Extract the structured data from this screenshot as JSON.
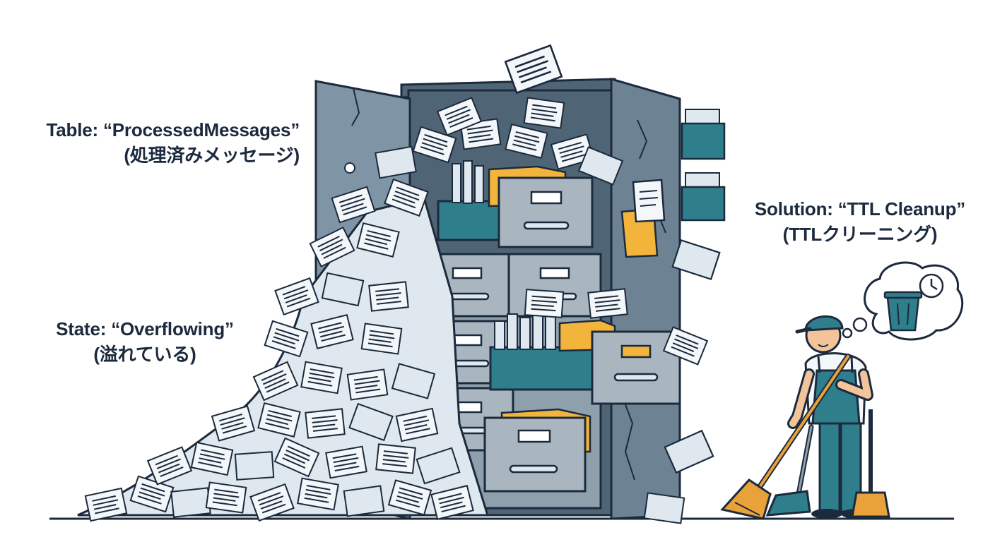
{
  "labels": {
    "table": {
      "line1": "Table: “ProcessedMessages”",
      "line2": "(処理済みメッセージ)"
    },
    "state": {
      "line1": "State: “Overflowing”",
      "line2": "(溢れている)"
    },
    "solution": {
      "line1": "Solution: “TTL Cleanup”",
      "line2": "(TTLクリーニング)"
    }
  },
  "colors": {
    "ink": "#1b2a3d",
    "cabinet": "#6d8394",
    "cabinet_dark": "#4f6575",
    "drawer": "#a9b5bf",
    "teal": "#2f7e8c",
    "folder": "#f2b43a",
    "paper": "#f4f7f9",
    "paper_shade": "#dfe8ee",
    "broom": "#e9a23a",
    "skin": "#f3c49a"
  },
  "icons": [
    "trash-can-icon",
    "clock-icon",
    "thought-bubble-icon",
    "broom-icon",
    "dustpan-icon"
  ]
}
